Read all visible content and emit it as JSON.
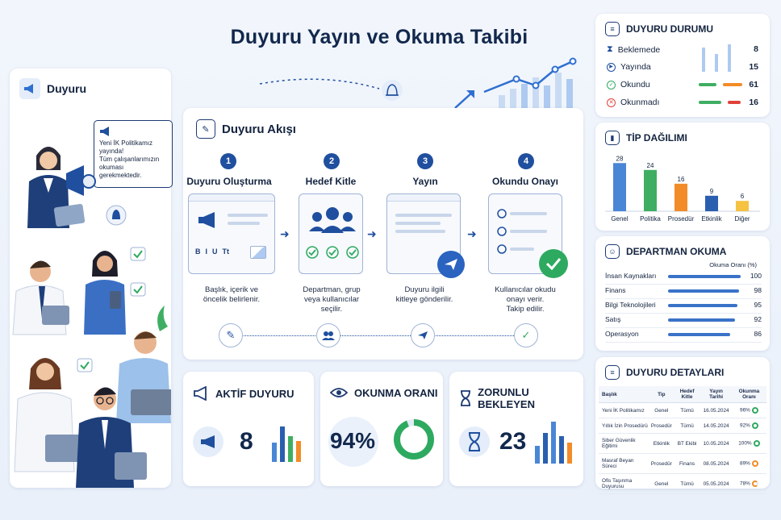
{
  "title": "Duyuru Yayın ve Okuma Takibi",
  "left": {
    "header": "Duyuru",
    "speech_lines": [
      "Yeni İK Politikamız",
      "yayında!",
      "Tüm çalışanlarımızın",
      "okuması gerekmektedir."
    ]
  },
  "flow": {
    "title": "Duyuru Akışı",
    "steps": [
      {
        "num": "1",
        "title": "Duyuru Oluşturma",
        "desc_lines": [
          "Başlık, içerik ve",
          "öncelik belirlenir."
        ]
      },
      {
        "num": "2",
        "title": "Hedef Kitle",
        "desc_lines": [
          "Departman, grup",
          "veya kullanıcılar",
          "seçilir."
        ]
      },
      {
        "num": "3",
        "title": "Yayın",
        "desc_lines": [
          "Duyuru ilgili",
          "kitleye gönderilir."
        ]
      },
      {
        "num": "4",
        "title": "Okundu Onayı",
        "desc_lines": [
          "Kullanıcılar okudu",
          "onayı verir.",
          "Takip edilir."
        ]
      }
    ],
    "editor_buttons": [
      "B",
      "I",
      "U",
      "Tt"
    ]
  },
  "kpis": {
    "active": {
      "label": "AKTİF DUYURU",
      "value": "8"
    },
    "rate": {
      "label": "OKUNMA ORANI",
      "value": "94%",
      "fraction": 0.94
    },
    "pending": {
      "label": "ZORUNLU BEKLEYEN",
      "value": "23"
    }
  },
  "status": {
    "title": "DUYURU DURUMU",
    "rows": [
      {
        "label": "Beklemede",
        "value": "8",
        "icon": "hourglass-icon"
      },
      {
        "label": "Yayında",
        "value": "15",
        "icon": "play-icon"
      },
      {
        "label": "Okundu",
        "value": "61",
        "icon": "check-circle-icon"
      },
      {
        "label": "Okunmadı",
        "value": "16",
        "icon": "x-circle-icon"
      }
    ]
  },
  "types": {
    "title": "TİP DAĞILIMI",
    "chart_data": {
      "type": "bar",
      "categories": [
        "Genel",
        "Politika",
        "Prosedür",
        "Etkinlik",
        "Diğer"
      ],
      "values": [
        28,
        24,
        16,
        9,
        6
      ],
      "colors": [
        "#4a86d6",
        "#3fae63",
        "#f28c28",
        "#2a5fb0",
        "#f5c242"
      ]
    }
  },
  "departments": {
    "title": "DEPARTMAN OKUMA",
    "column": "Okuma Oranı (%)",
    "chart_data": {
      "type": "bar",
      "categories": [
        "İnsan Kaynakları",
        "Finans",
        "Bilgi Teknolojileri",
        "Satış",
        "Operasyon"
      ],
      "values": [
        100,
        98,
        95,
        92,
        86
      ]
    }
  },
  "details": {
    "title": "DUYURU DETAYLARI",
    "headers": [
      "Başlık",
      "Tip",
      "Hedef Kitle",
      "Yayın Tarihi",
      "Okunma Oranı"
    ],
    "rows": [
      [
        "Yeni İK Politikamız",
        "Genel",
        "Tümü",
        "16.05.2024",
        "96%"
      ],
      [
        "Yıllık İzin Prosedürü",
        "Prosedür",
        "Tümü",
        "14.05.2024",
        "92%"
      ],
      [
        "Siber Güvenlik Eğitimi",
        "Etkinlik",
        "BT Ekibi",
        "10.05.2024",
        "100%"
      ],
      [
        "Masraf Beyan Süreci",
        "Prosedür",
        "Finans",
        "08.05.2024",
        "89%"
      ],
      [
        "Ofis Taşınma Duyurusu",
        "Genel",
        "Tümü",
        "05.05.2024",
        "78%"
      ]
    ]
  }
}
